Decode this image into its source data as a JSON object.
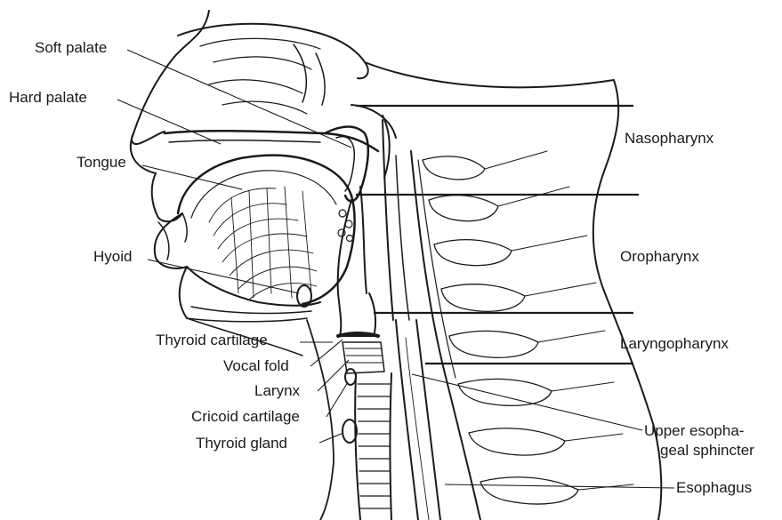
{
  "labels": {
    "soft_palate": "Soft palate",
    "hard_palate": "Hard palate",
    "tongue": "Tongue",
    "hyoid": "Hyoid",
    "thyroid_cartilage": "Thyroid cartilage",
    "vocal_fold": "Vocal fold",
    "larynx": "Larynx",
    "cricoid_cartilage": "Cricoid cartilage",
    "thyroid_gland": "Thyroid gland",
    "nasopharynx": "Nasopharynx",
    "oropharynx": "Oropharynx",
    "laryngopharynx": "Laryngopharynx",
    "upper_esophageal_sphincter_line1": "Upper esopha-",
    "upper_esophageal_sphincter_line2": "geal sphincter",
    "esophagus": "Esophagus"
  },
  "colors": {
    "ink": "#1a1a1a",
    "background": "#ffffff"
  }
}
